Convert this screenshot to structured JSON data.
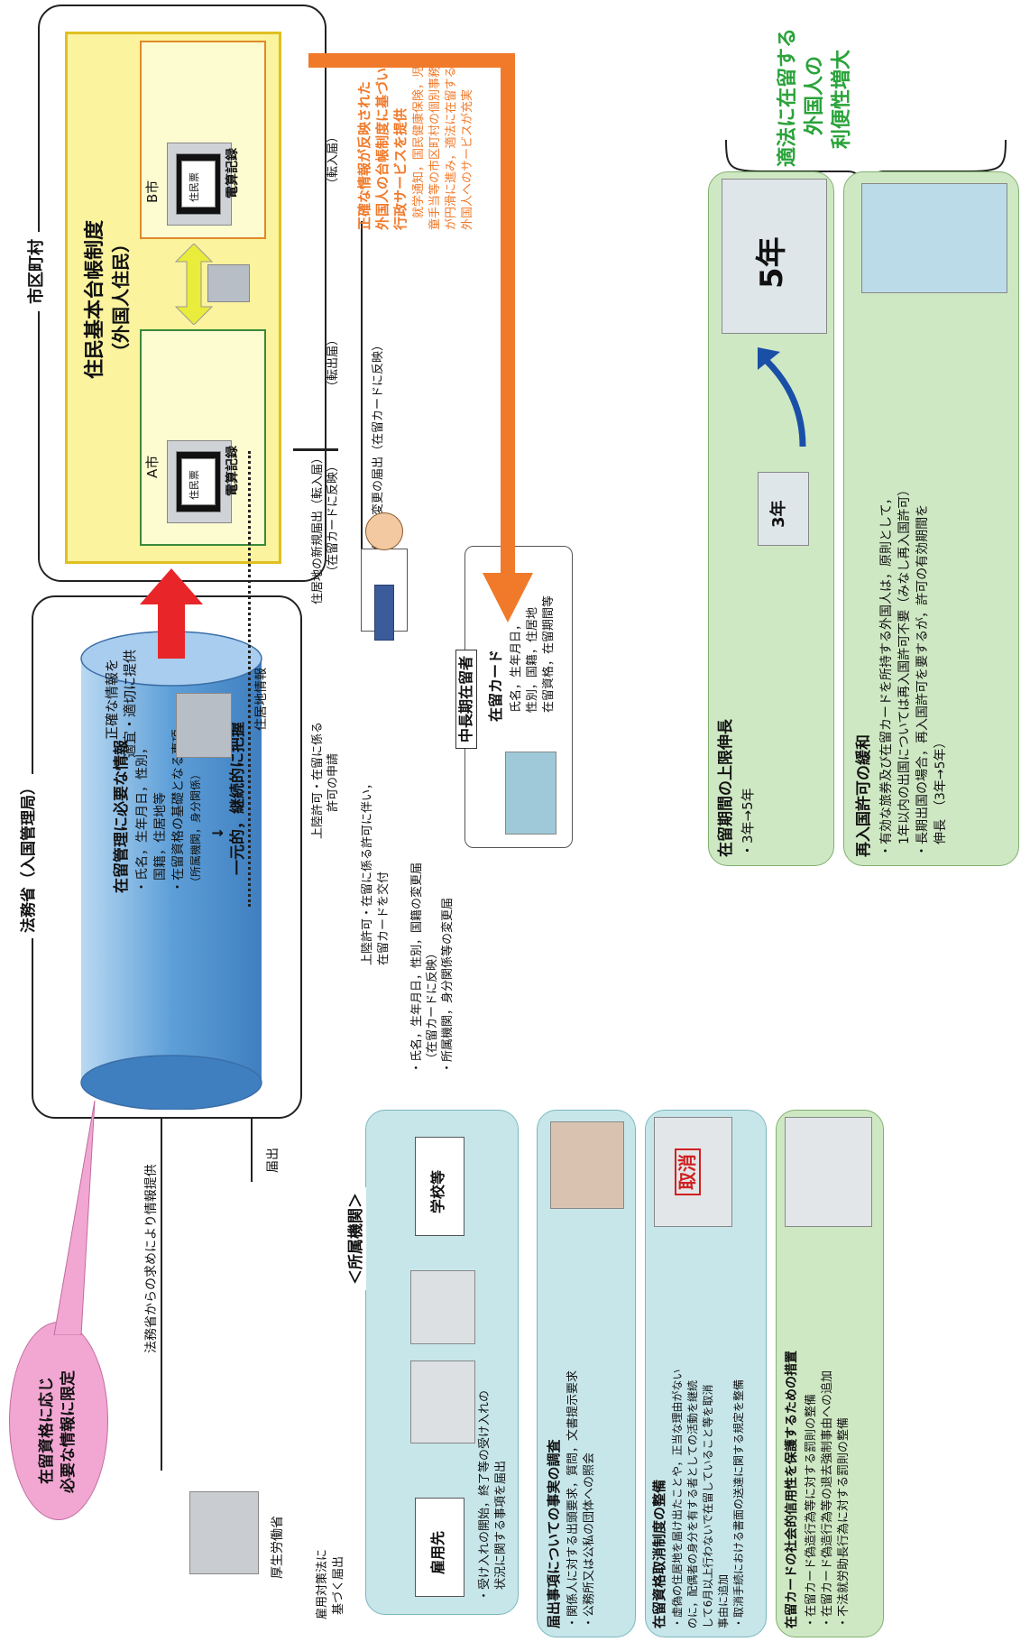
{
  "municipality": {
    "heading": "市区町村",
    "system_title_1": "住民基本台帳制度",
    "system_title_2": "（外国人住民）",
    "city_a": "A市",
    "city_b": "B市",
    "computer_label": "電算記録",
    "screen_label": "住民票",
    "move_out": "（転出届）",
    "move_in": "（転入届）"
  },
  "moj": {
    "heading": "法務省（入国管理局）",
    "db_title": "在留管理に必要な情報",
    "db_items": [
      "・氏名，生年月日，性別，",
      "　国籍，住居地等",
      "・在留資格の基礎となる事項",
      "　（所属機関，身分関係）"
    ],
    "db_arrow": "↓",
    "db_unified": "一元的，継続的に把握"
  },
  "flows": {
    "provide_1": "正確な情報を",
    "provide_2": "適宜・適切に提供",
    "residence_info": "住居地情報",
    "new_residence_1": "住居地の新規届出（転入届）",
    "new_residence_2": "（在留カードに反映）",
    "change_residence": "住居地変更の届出（在留カードに反映）",
    "landing_app_1": "上陸許可・在留に係る",
    "landing_app_2": "許可の申請",
    "landing_issue_1": "上陸許可・在留に係る許可に伴い，",
    "landing_issue_2": "在留カードを交付",
    "change_notice_1": "・氏名，生年月日，性別，国籍の変更届",
    "change_notice_2": "（在留カードに反映）",
    "change_notice_3": "・所属機関，身分関係等の変更届",
    "info_request": "法務省からの求めにより情報提供",
    "notification": "届出",
    "employment_1": "雇用対策法に",
    "employment_2": "基づく届出"
  },
  "limited": {
    "line1": "在留資格に応じ",
    "line2": "必要な情報に限定"
  },
  "mhlw": "厚生労働省",
  "affiliation": {
    "heading": "＜所属機関＞",
    "employer": "雇用先",
    "school": "学校等",
    "desc_1": "・受け入れの開始，終了等の受け入れの",
    "desc_2": "　状況に関する事項を届出"
  },
  "resident": {
    "tag": "中長期在留者",
    "card_title": "在留カード",
    "card_line1": "氏名，生年月日，",
    "card_line2": "性別，国籍，住居地",
    "card_line3": "在留資格，在留期間等"
  },
  "right": {
    "service_1": "正確な情報が反映された",
    "service_2": "外国人の台帳制度に基づいて",
    "service_3": "行政サービスを提供",
    "service_4": "　就学通知，国民健康保険，児",
    "service_5": "童手当等の市区町村の個別事務",
    "service_6": "が円滑に進み，適法に在留する",
    "service_7": "外国人へのサービスが充実",
    "benefit_1": "適法に在留する",
    "benefit_2": "外国人の",
    "benefit_3": "利便性増大",
    "period_title": "在留期間の上限伸長",
    "period_item": "・3年→5年",
    "card3_label": "3年",
    "card5_label": "5年",
    "reentry_title": "再入国許可の緩和",
    "reentry_1": "・有効な旅券及び在留カードを所持する外国人は，原則として，",
    "reentry_2": "　1年以内の出国については再入国許可不要（みなし再入国許可）",
    "reentry_3": "・長期出国の場合，再入国許可を要するが，許可の有効期間を",
    "reentry_4": "　伸長　（3年→5年）"
  },
  "bottom": {
    "survey_title": "届出事項についての事実の調査",
    "survey_1": "・関係人に対する出頭要求，質問，文書提示要求",
    "survey_2": "・公務所又は公私の団体への照会",
    "cancel_title": "在留資格取消制度の整備",
    "cancel_1": "・虚偽の住居地を届け出たことや，正当な理由がない",
    "cancel_2": "のに，配偶者の身分を有する者としての活動を継続",
    "cancel_3": "して6月以上行わないで在留していること等を取消",
    "cancel_4": "事由に追加",
    "cancel_5": "・取消手続における書面の送達に関する規定を整備",
    "cancel_stamp": "取消",
    "trust_title": "在留カードの社会的信用性を保護するための措置",
    "trust_1": "・在留カード偽造行為等に対する罰則の整備",
    "trust_2": "・在留カード偽造行為等の退去強制事由への追加",
    "trust_3": "・不法就労助長行為に対する罰則の整備"
  },
  "colors": {
    "yellow_area": "#fbf39e",
    "orange_arrow": "#f07a2a",
    "red_arrow": "#e8262a",
    "db_blue": "#7fb5e3",
    "green_panel": "#cfe8c4",
    "blue_panel": "#c7e6ea",
    "pink_bubble": "#f2a7d3",
    "benefit_green": "#2aa33a",
    "service_orange": "#f07a2a"
  }
}
